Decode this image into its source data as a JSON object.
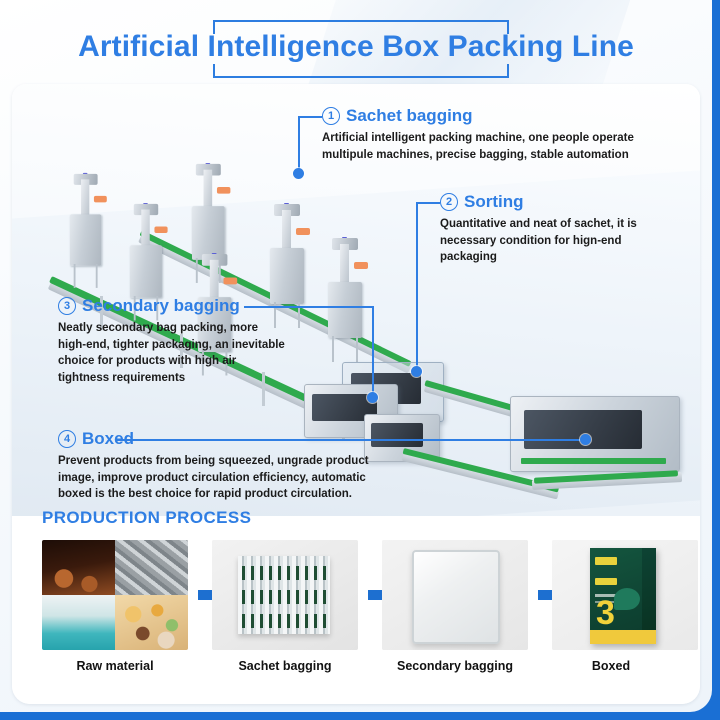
{
  "title": "Artificial Intelligence Box Packing Line",
  "theme": {
    "accent_blue": "#2f7ee3",
    "frame_blue": "#1a6fd4",
    "arrow_blue": "#1d6fd0",
    "belt_green": "#2faa4d",
    "text_black": "#1b1b1b"
  },
  "callouts": [
    {
      "number": "1",
      "marker": "①",
      "title": "Sachet bagging",
      "body": "Artificial intelligent packing machine, one people operate multipule machines, precise bagging, stable automation"
    },
    {
      "number": "2",
      "marker": "②",
      "title": "Sorting",
      "body": "Quantitative and neat of sachet, it is necessary condition for hign-end packaging"
    },
    {
      "number": "3",
      "marker": "③",
      "title": "Secondary bagging",
      "body": "Neatly secondary bag packing, more high-end, tighter packaging, an inevitable choice for products with high air tightness requirements"
    },
    {
      "number": "4",
      "marker": "④",
      "title": "Boxed",
      "body": "Prevent products from being squeezed, ungrade product image, improve product circulation efficiency, automatic boxed is the best choice for rapid product circulation."
    }
  ],
  "process": {
    "heading": "PRODUCTION PROCESS",
    "steps": [
      {
        "caption": "Raw material"
      },
      {
        "caption": "Sachet bagging"
      },
      {
        "caption": "Secondary bagging"
      },
      {
        "caption": "Boxed"
      }
    ],
    "box_product_number": "3"
  }
}
